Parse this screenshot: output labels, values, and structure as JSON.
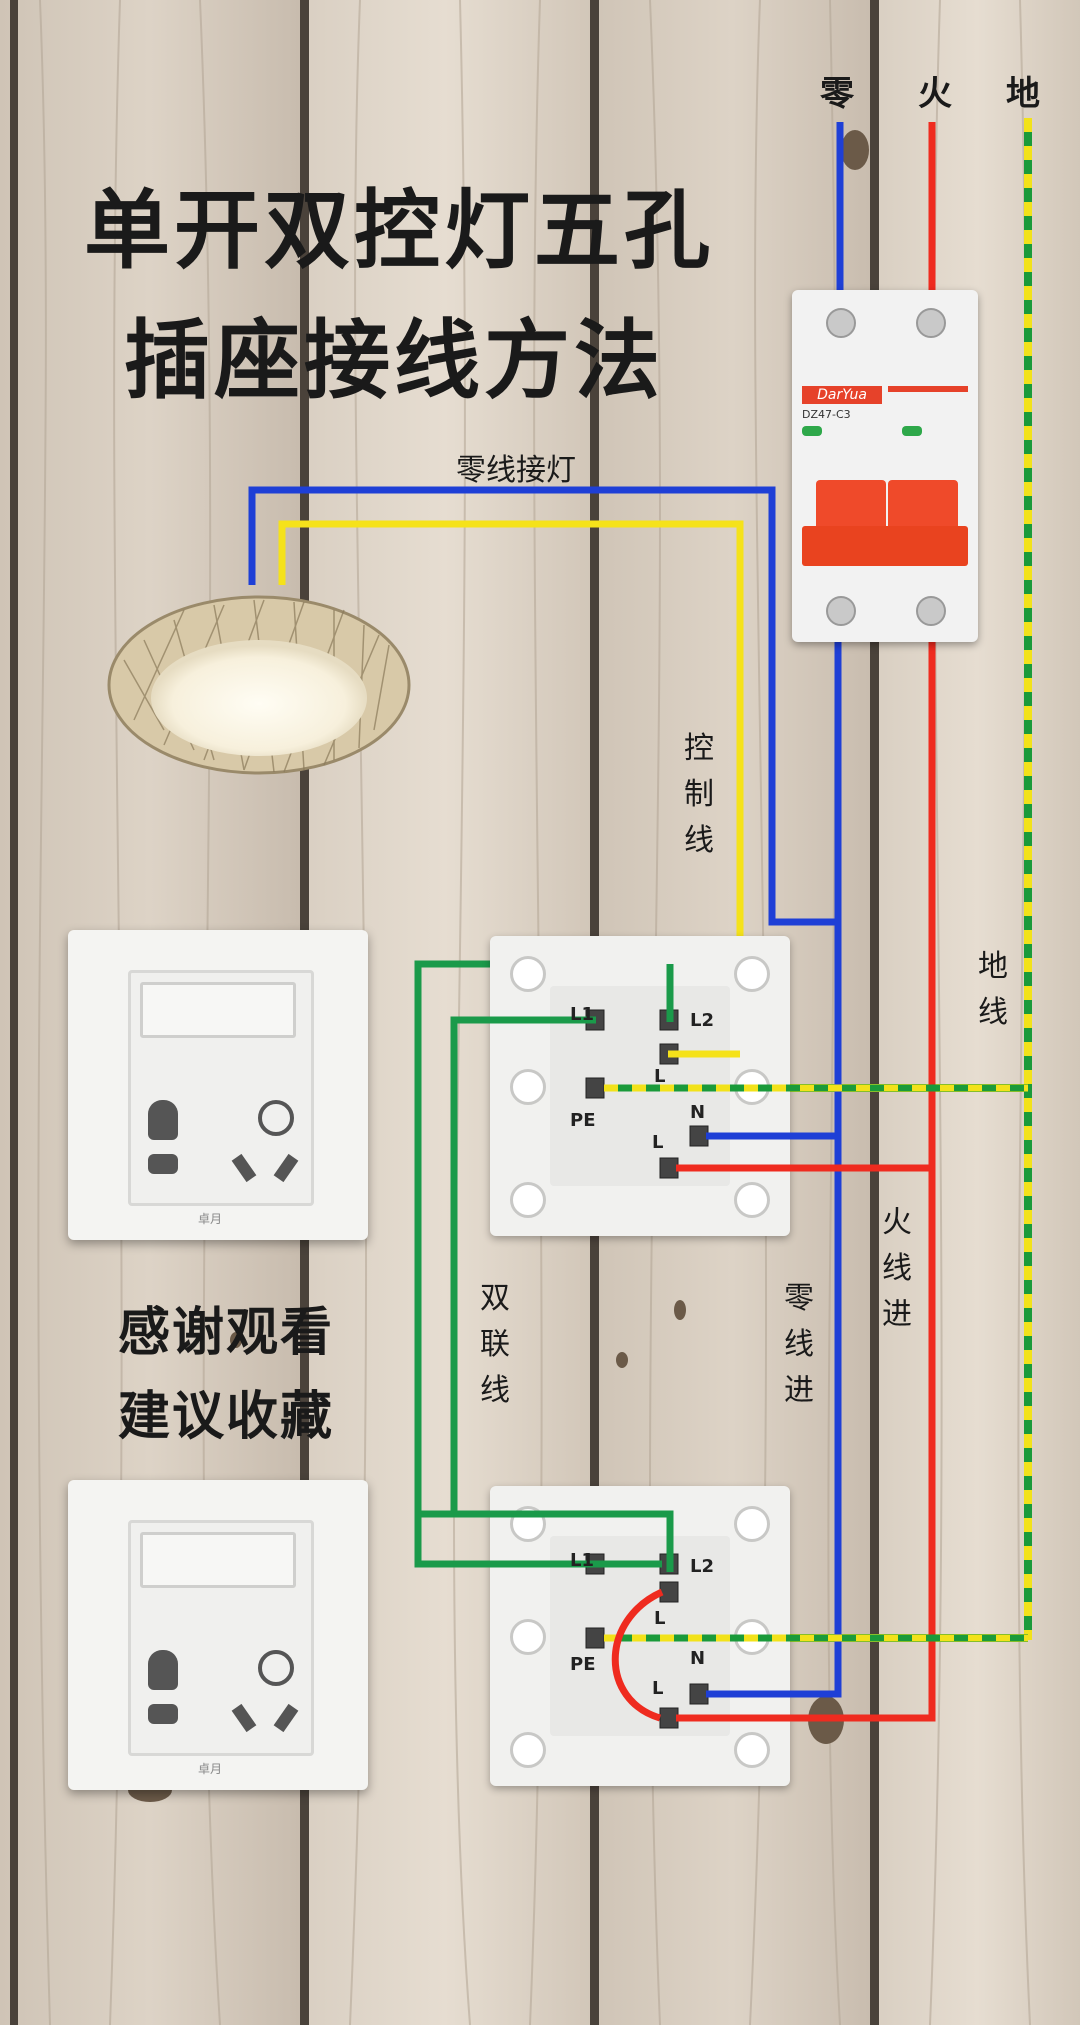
{
  "title": {
    "line1": "单开双控灯五孔",
    "line2": "插座接线方法"
  },
  "thanks": {
    "line1": "感谢观看",
    "line2": "建议收藏"
  },
  "top_labels": {
    "neutral": "零",
    "live": "火",
    "ground": "地"
  },
  "labels": {
    "neutral_to_lamp": "零线接灯",
    "control_wire": "控制线",
    "ground_wire": "地线",
    "dual_wire": "双联线",
    "neutral_in": "零线进",
    "live_in": "火线进"
  },
  "breaker": {
    "brand": "DarYua",
    "model": "DZ47-C3"
  },
  "terminals": {
    "l1": "L1",
    "l2": "L2",
    "l": "L",
    "pe": "PE",
    "n": "N"
  },
  "socket_brand": "卓月",
  "colors": {
    "neutral": "#1e3fd6",
    "live": "#ef2b1f",
    "ground_green": "#1a9a3a",
    "ground_yellow": "#f2e21a",
    "control": "#f5e21a",
    "dual": "#1a9a4a",
    "breaker_red": "#ef4a2a"
  },
  "icons": [
    "ceiling-lamp-icon",
    "circuit-breaker-icon",
    "socket-switch-icon"
  ]
}
